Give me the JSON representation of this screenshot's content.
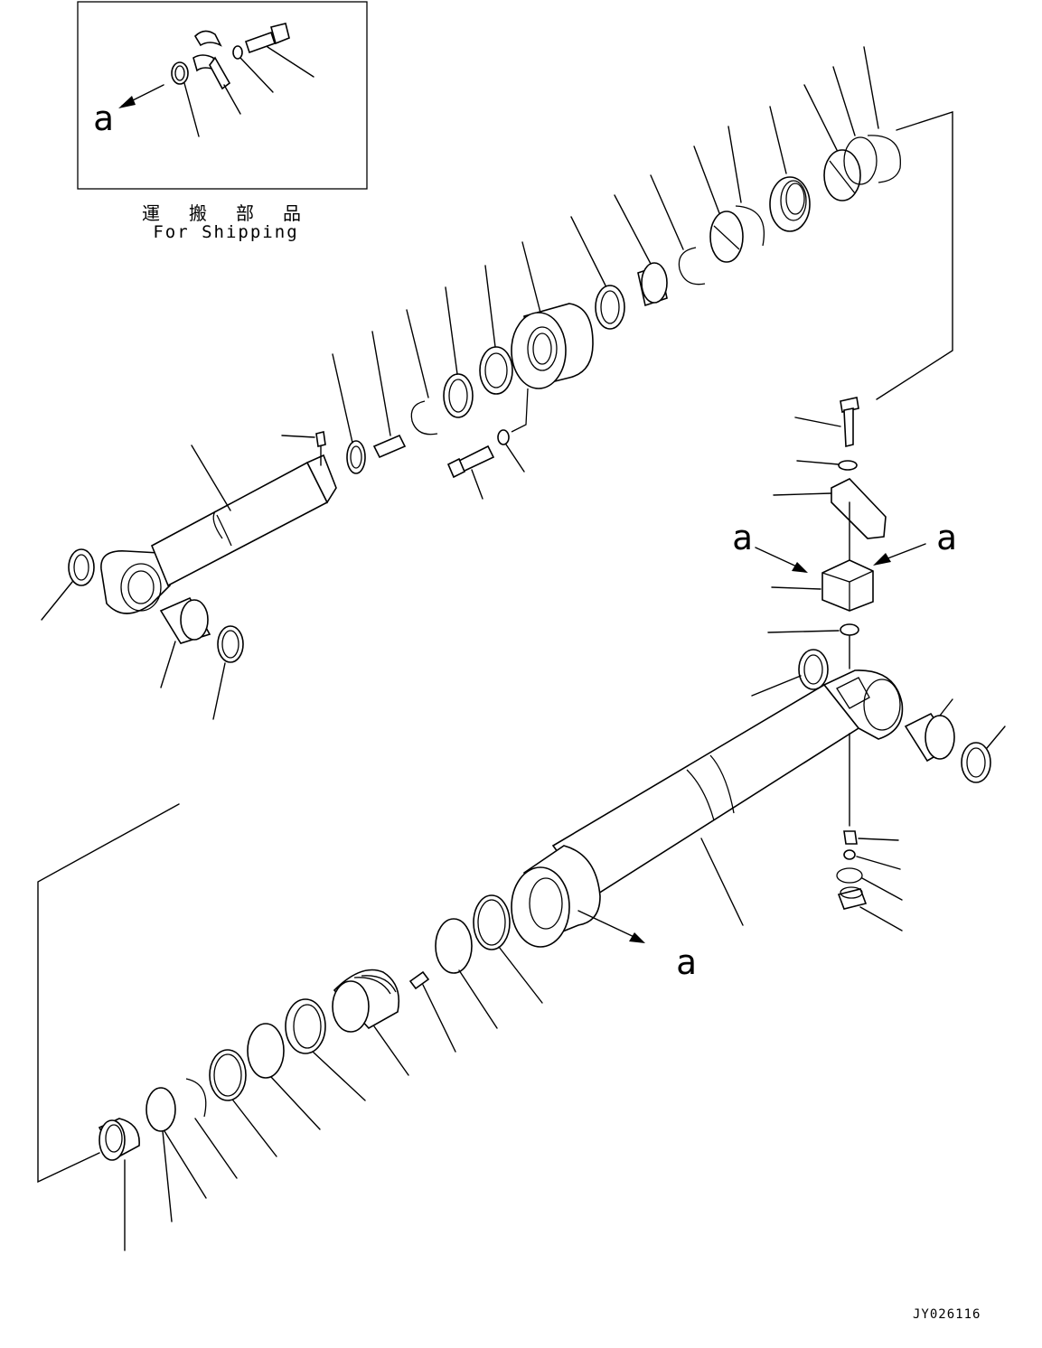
{
  "inset": {
    "caption_jp": "運 搬 部 品",
    "caption_en": "For Shipping"
  },
  "callout_label": "a",
  "drawing_id": "JY026116"
}
